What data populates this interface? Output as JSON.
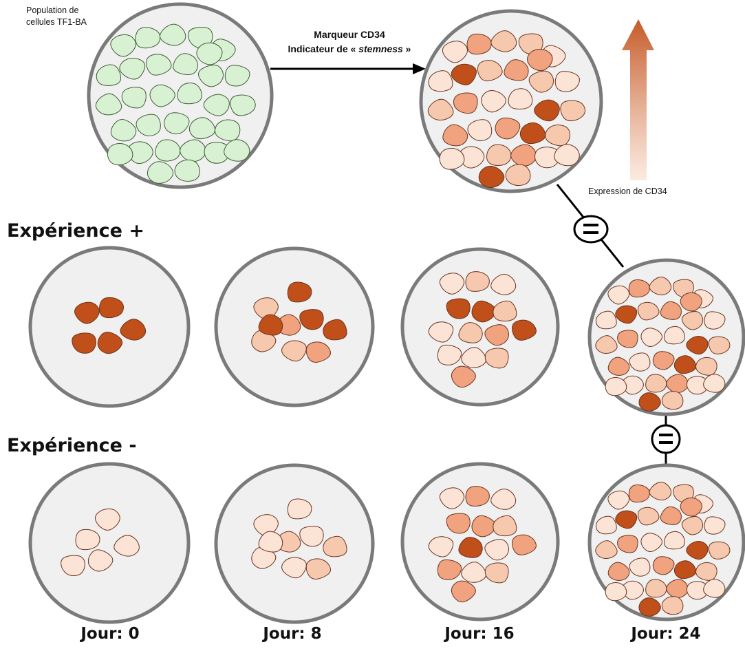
{
  "colors": {
    "dish_fill": "#f0f0f0",
    "dish_stroke": "#7a7a7a",
    "green_fill": "#d8f1d2",
    "green_stroke": "#3d5e35",
    "cell_stroke": "#6b3520",
    "level_0": "#fbe3d6",
    "level_1": "#f6c8ae",
    "level_2": "#f0a37e",
    "level_3": "#c04f1a",
    "arrow_top": "#c55a28",
    "arrow_bottom": "#fbe6d9"
  },
  "labels": {
    "population_line1": "Population de",
    "population_line2": "cellules TF1-BA",
    "marker_line1": "Marqueur CD34",
    "marker_line2_prefix": "Indicateur de « ",
    "marker_line2_italic": "stemness",
    "marker_line2_suffix": " »",
    "expression": "Expression de CD34",
    "equals": "="
  },
  "sections": {
    "plus": "Expérience +",
    "minus": "Expérience -"
  },
  "days": [
    "Jour: 0",
    "Jour: 8",
    "Jour: 16",
    "Jour: 24"
  ],
  "dishes": {
    "reference": "green",
    "stained_reference": [
      0,
      2,
      1,
      1,
      0,
      0,
      3,
      1,
      2,
      1,
      0,
      1,
      2,
      0,
      0,
      3,
      1,
      2,
      0,
      2,
      3,
      1,
      0,
      1,
      2,
      0,
      3,
      1,
      2,
      0,
      0
    ],
    "plus_day0": [
      3,
      3,
      3,
      3,
      3
    ],
    "plus_day8": [
      1,
      3,
      2,
      3,
      1,
      3,
      1,
      2,
      3
    ],
    "plus_day16": [
      0,
      1,
      0,
      3,
      3,
      1,
      0,
      3,
      1,
      2,
      0,
      0,
      1,
      2
    ],
    "plus_day24": [
      0,
      2,
      1,
      1,
      0,
      0,
      3,
      1,
      2,
      1,
      0,
      1,
      2,
      0,
      0,
      3,
      1,
      2,
      0,
      2,
      3,
      1,
      0,
      1,
      2,
      0,
      3,
      1,
      2,
      0,
      0
    ],
    "minus_day0": [
      0,
      0,
      0,
      0,
      0
    ],
    "minus_day8": [
      0,
      0,
      1,
      0,
      0,
      1,
      0,
      1,
      0
    ],
    "minus_day16": [
      0,
      2,
      0,
      2,
      2,
      1,
      0,
      2,
      3,
      0,
      2,
      0,
      1,
      2
    ],
    "minus_day24": [
      0,
      2,
      1,
      1,
      0,
      0,
      3,
      1,
      2,
      1,
      0,
      1,
      2,
      0,
      0,
      3,
      1,
      2,
      0,
      2,
      3,
      1,
      0,
      1,
      2,
      0,
      3,
      1,
      2,
      0,
      0
    ]
  }
}
